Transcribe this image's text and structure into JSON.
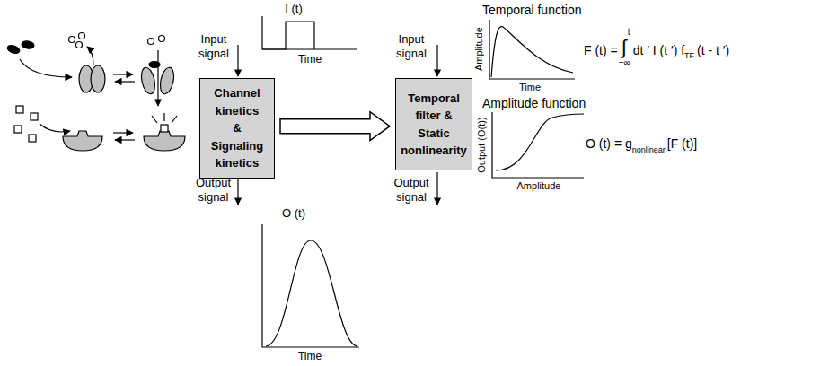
{
  "diagram": {
    "nodes": [
      {
        "text": [
          "Channel kinetics & Signaling kinetics"
        ]
      },
      {
        "text": [
          "Temporal filter & Static nonlinearity"
        ]
      }
    ],
    "edges": [
      {
        "from": 0,
        "to": 1,
        "arrow": "to"
      }
    ],
    "labels": [
      "I (t)",
      "Time",
      "Input signal",
      "Output signal",
      "O (t)",
      "Time",
      "Input signal",
      "Output signal",
      "Temporal function",
      "Amplitude",
      "Time",
      "F (t) =",
      "∫",
      "t",
      "−∞",
      "dt ′ I (t ′) f",
      "TF",
      "(t - t ′)",
      "Amplitude function",
      "Output (O(t))",
      "Amplitude",
      "O (t) = g",
      "nonlinear",
      "[F (t)]"
    ]
  }
}
